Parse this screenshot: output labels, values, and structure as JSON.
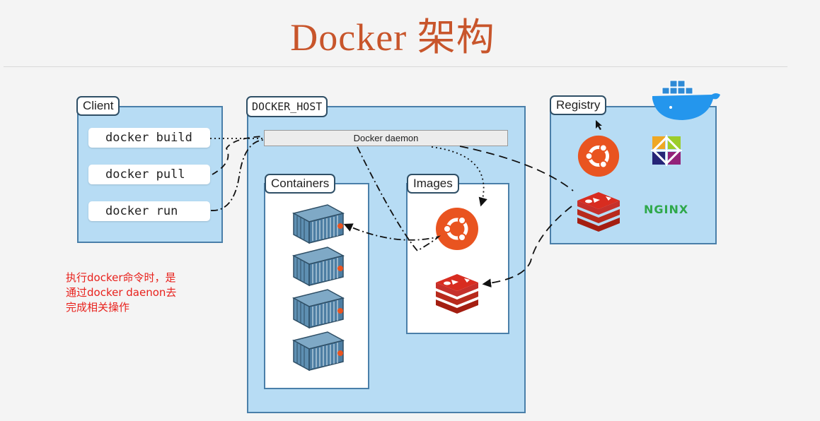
{
  "title": "Docker 架构",
  "client": {
    "label": "Client",
    "commands": [
      "docker build",
      "docker pull",
      "docker run"
    ]
  },
  "host": {
    "label": "DOCKER_HOST",
    "daemon": "Docker daemon",
    "containers_label": "Containers",
    "images_label": "Images"
  },
  "registry": {
    "label": "Registry",
    "nginx": "NGINX"
  },
  "note": [
    "执行docker命令时，是",
    "通过docker daenon去",
    "完成相关操作"
  ],
  "colors": {
    "title": "#c8552b",
    "panel_fill": "#b7dcf4",
    "panel_border": "#4a7fa9",
    "note": "#e8211c",
    "ubuntu": "#e95420",
    "redis": "#d82c20",
    "nginx": "#2ea84a",
    "docker_whale": "#2496ed"
  },
  "icons": [
    "docker-whale-icon",
    "ubuntu-icon",
    "centos-icon",
    "redis-icon",
    "container-icon",
    "cursor-icon"
  ]
}
